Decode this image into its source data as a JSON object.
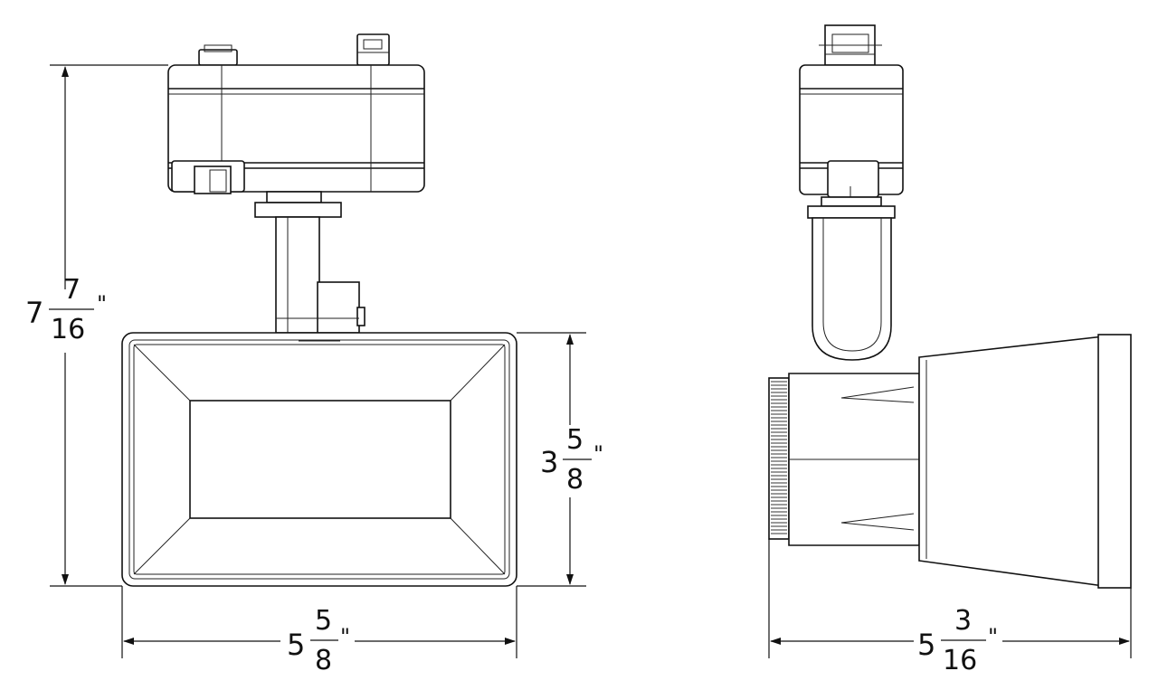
{
  "dimensions": {
    "height_left": {
      "whole": "7",
      "numerator": "7",
      "denominator": "16",
      "unit": "\""
    },
    "head_height": {
      "whole": "3",
      "numerator": "5",
      "denominator": "8",
      "unit": "\""
    },
    "width_front": {
      "whole": "5",
      "numerator": "5",
      "denominator": "8",
      "unit": "\""
    },
    "width_side": {
      "whole": "5",
      "numerator": "3",
      "denominator": "16",
      "unit": "\""
    }
  }
}
